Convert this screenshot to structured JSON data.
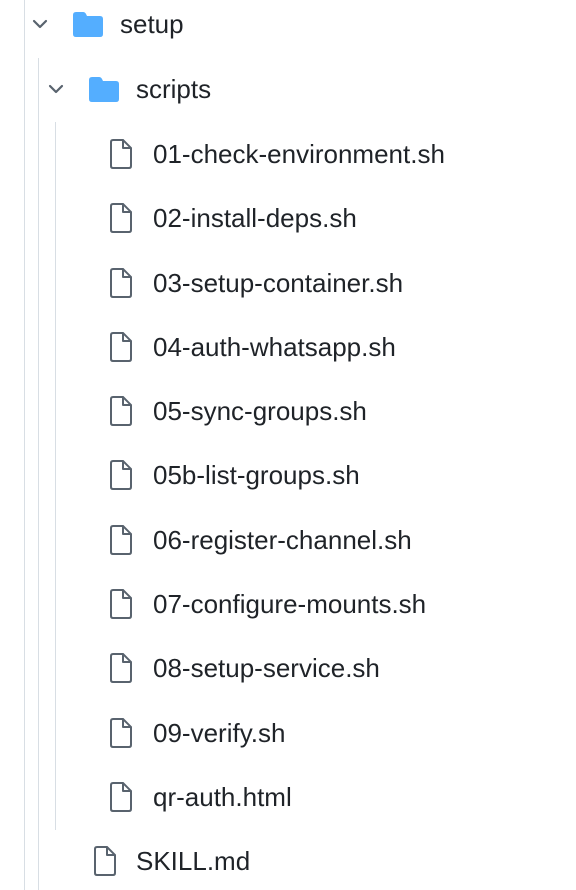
{
  "tree": {
    "root_folder": {
      "name": "setup",
      "expanded": true,
      "icon": "folder-icon"
    },
    "sub_folder": {
      "name": "scripts",
      "expanded": true,
      "icon": "folder-icon"
    },
    "script_files": [
      {
        "name": "01-check-environment.sh",
        "icon": "file-icon"
      },
      {
        "name": "02-install-deps.sh",
        "icon": "file-icon"
      },
      {
        "name": "03-setup-container.sh",
        "icon": "file-icon"
      },
      {
        "name": "04-auth-whatsapp.sh",
        "icon": "file-icon"
      },
      {
        "name": "05-sync-groups.sh",
        "icon": "file-icon"
      },
      {
        "name": "05b-list-groups.sh",
        "icon": "file-icon"
      },
      {
        "name": "06-register-channel.sh",
        "icon": "file-icon"
      },
      {
        "name": "07-configure-mounts.sh",
        "icon": "file-icon"
      },
      {
        "name": "08-setup-service.sh",
        "icon": "file-icon"
      },
      {
        "name": "09-verify.sh",
        "icon": "file-icon"
      },
      {
        "name": "qr-auth.html",
        "icon": "file-icon"
      }
    ],
    "root_files": [
      {
        "name": "SKILL.md",
        "icon": "file-icon"
      }
    ],
    "colors": {
      "folder": "#54aeff",
      "file_stroke": "#59636e",
      "chevron": "#59636e",
      "guide": "#d8dee4",
      "text": "#1f2328"
    }
  }
}
